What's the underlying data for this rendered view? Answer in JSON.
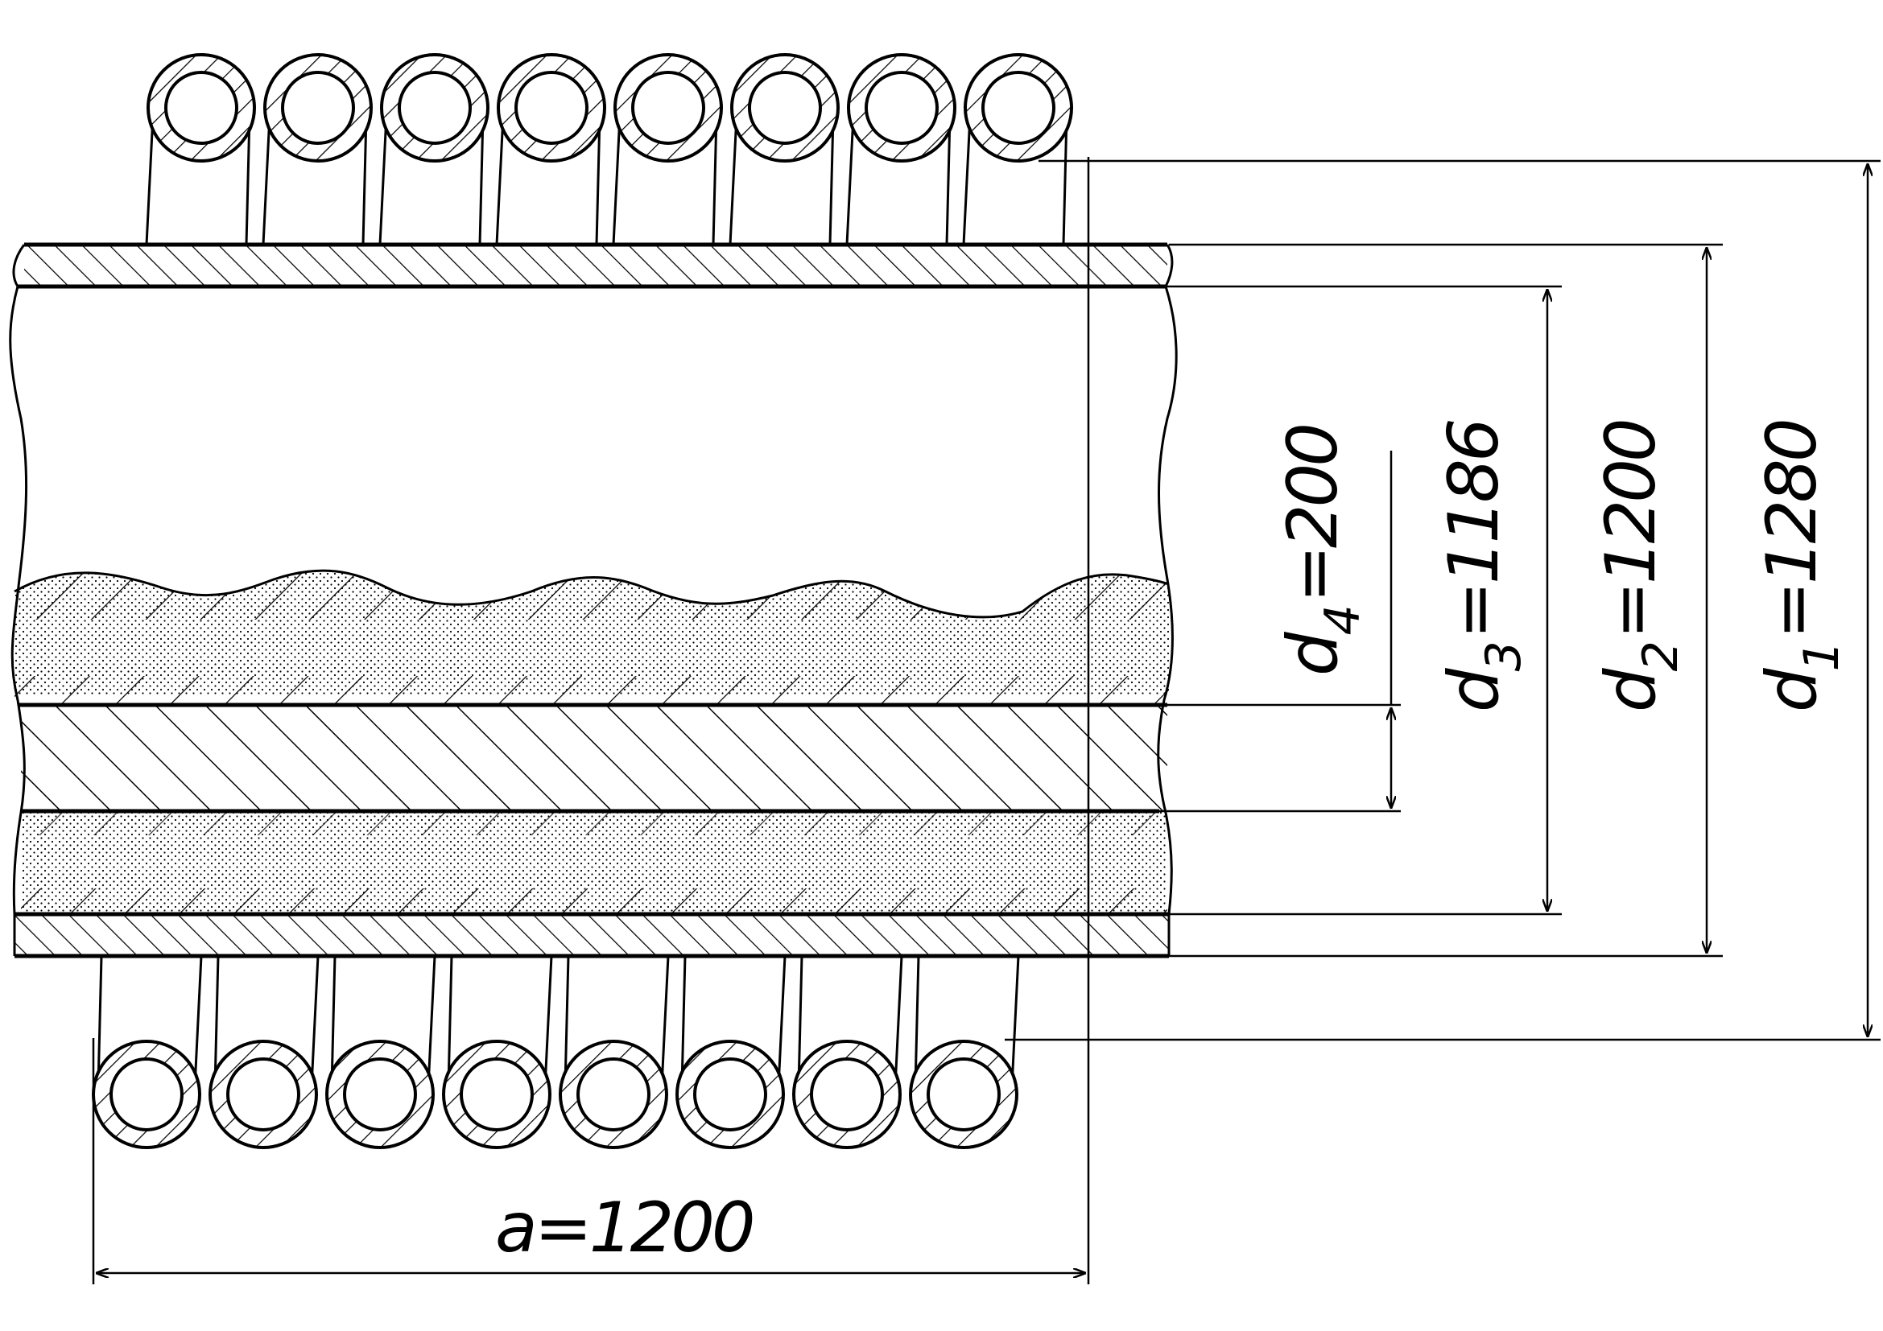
{
  "drawing": {
    "stroke_color": "#000000",
    "background_color": "#ffffff",
    "coil": {
      "top_turns": 8,
      "bottom_turns": 8
    }
  },
  "dimensions": {
    "a": {
      "symbol": "a",
      "value": "=1200"
    },
    "d1": {
      "symbol": "d",
      "sub": "1",
      "value": "=1280"
    },
    "d2": {
      "symbol": "d",
      "sub": "2",
      "value": "=1200"
    },
    "d3": {
      "symbol": "d",
      "sub": "3",
      "value": "=1186"
    },
    "d4": {
      "symbol": "d",
      "sub": "4",
      "value": "=200"
    }
  }
}
